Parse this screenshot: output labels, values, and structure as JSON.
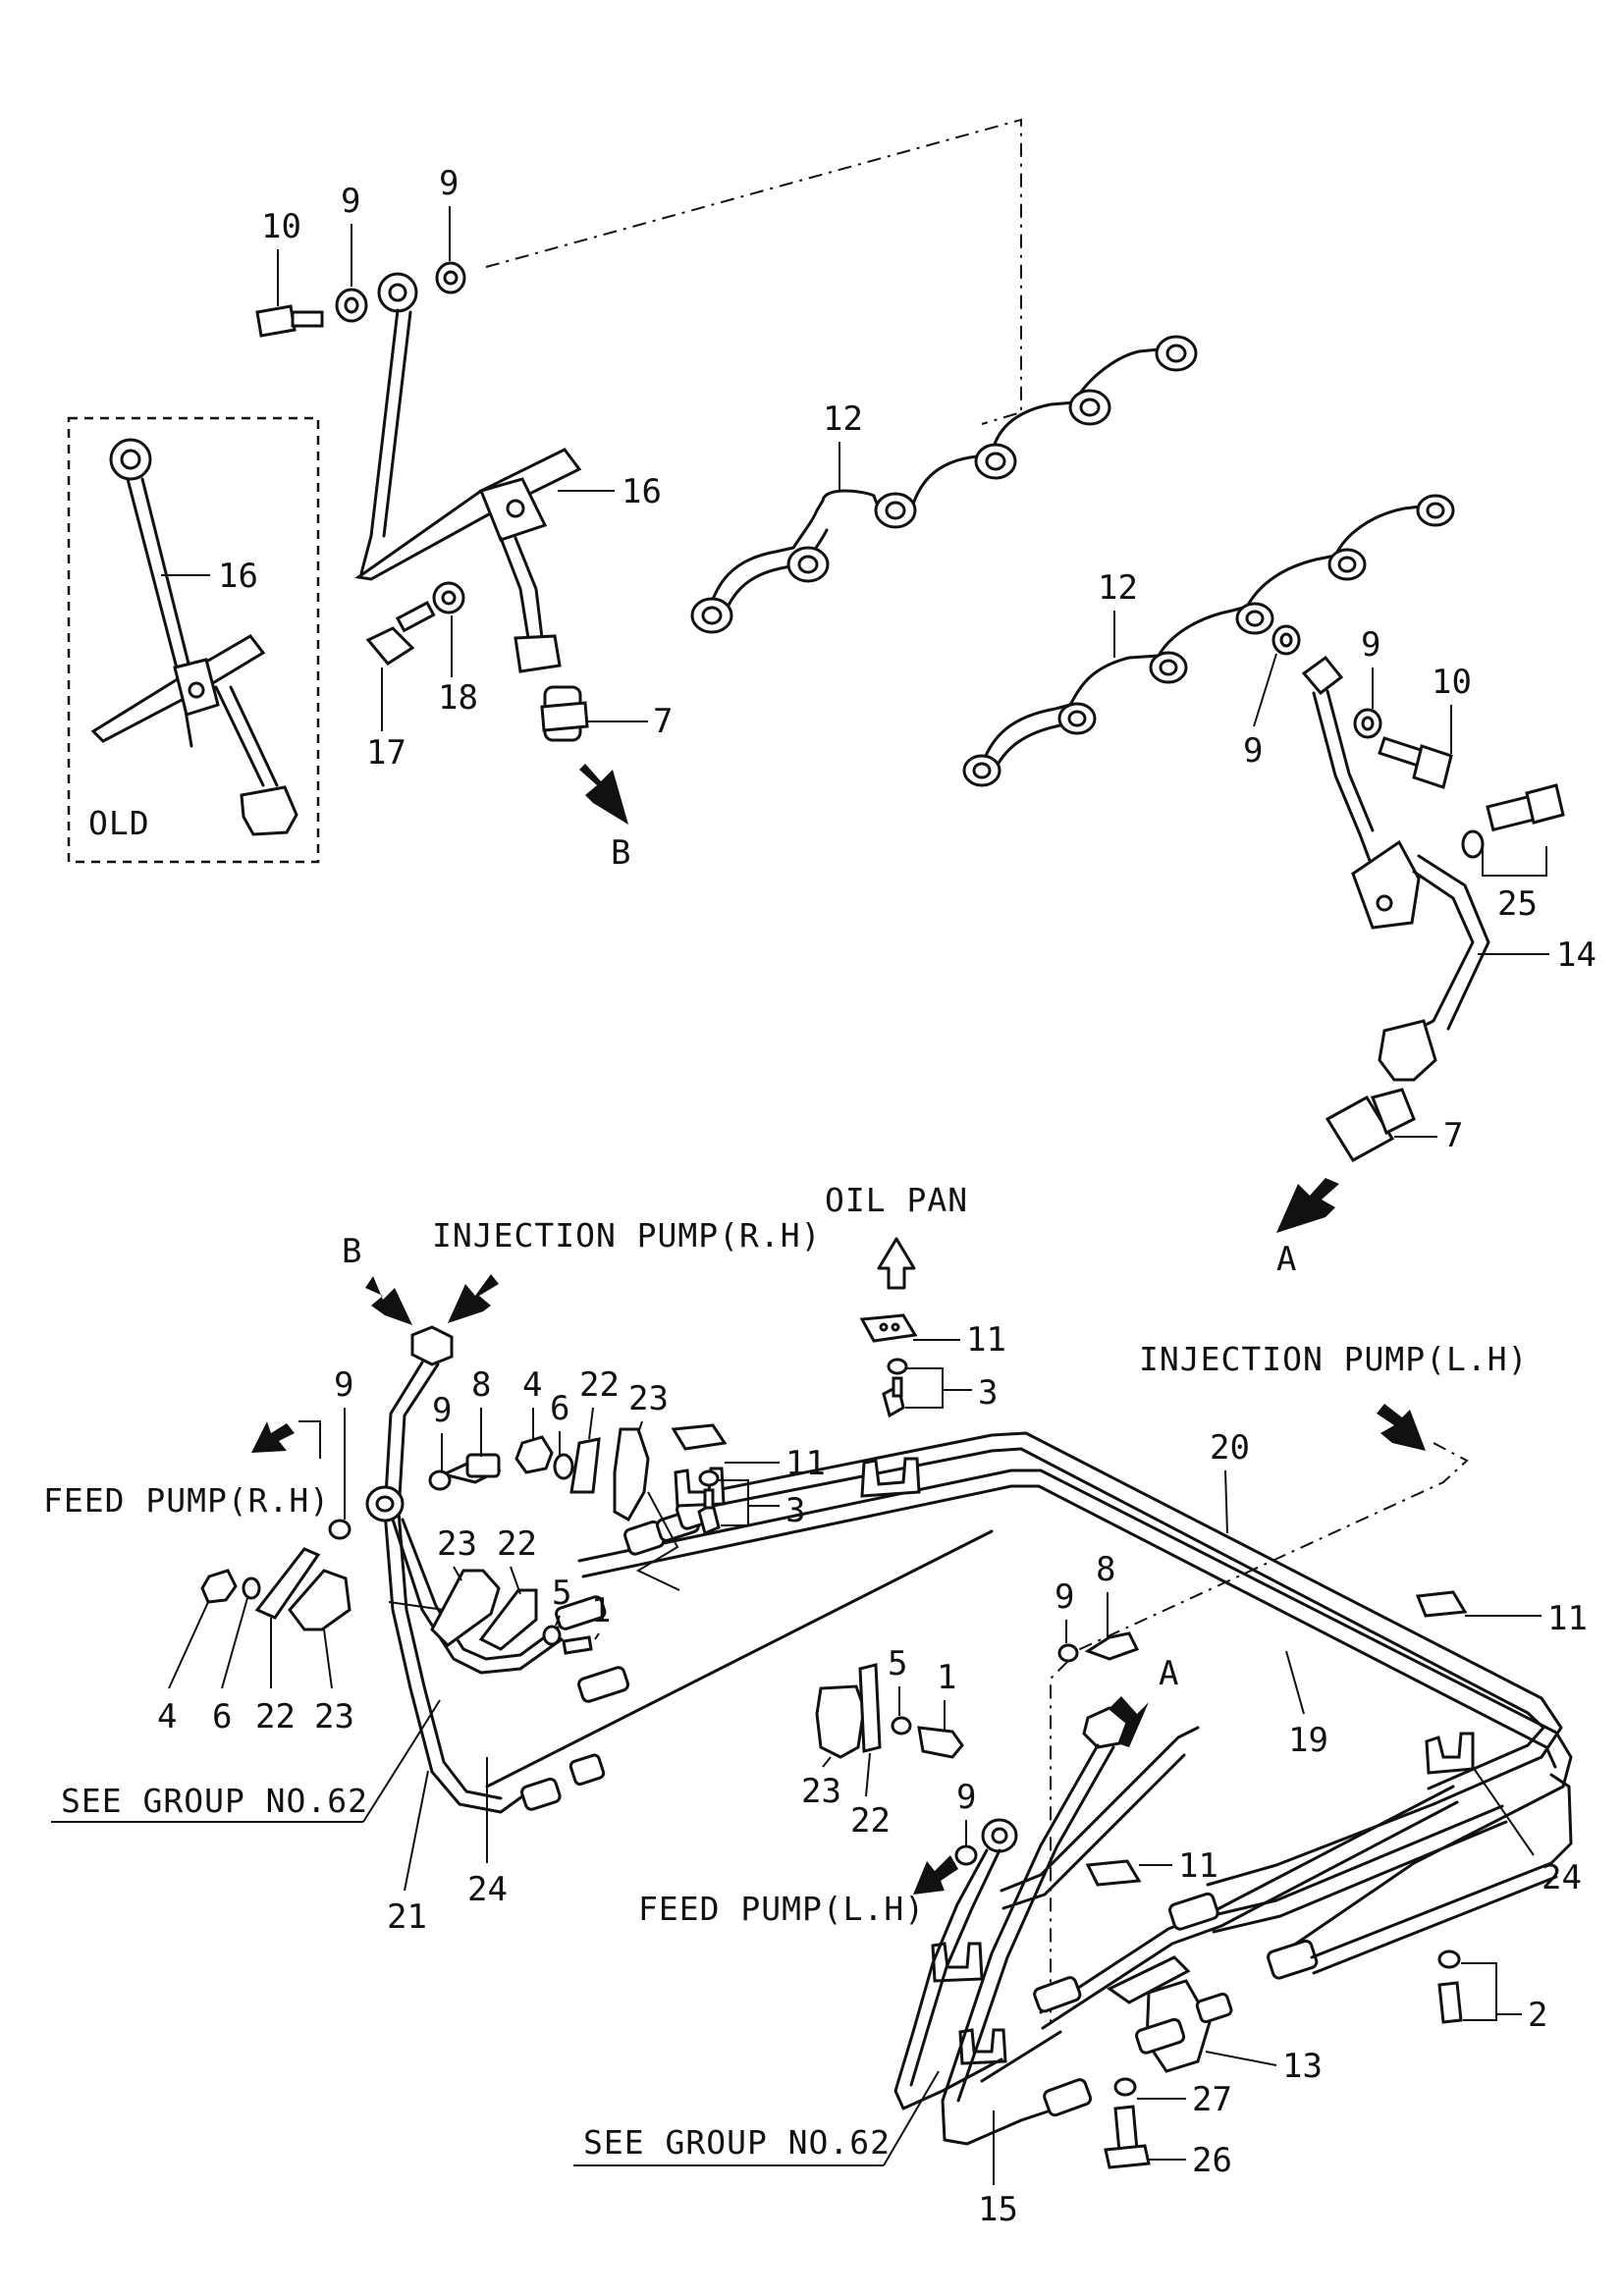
{
  "labels": {
    "old": "OLD",
    "b_top": "B",
    "a_top": "A",
    "b_bottom": "B",
    "a_bottom": "A",
    "oil_pan": "OIL PAN",
    "injection_pump_rh": "INJECTION PUMP(R.H)",
    "injection_pump_lh": "INJECTION PUMP(L.H)",
    "feed_pump_rh": "FEED PUMP(R.H)",
    "feed_pump_lh": "FEED PUMP(L.H)",
    "see_group_1": "SEE GROUP NO.62",
    "see_group_2": "SEE GROUP NO.62"
  },
  "callouts": {
    "c10a": "10",
    "c9a": "9",
    "c9b": "9",
    "c16a": "16",
    "c16b": "16",
    "c17": "17",
    "c18": "18",
    "c7a": "7",
    "c12a": "12",
    "c12b": "12",
    "c9c": "9",
    "c9d": "9",
    "c10b": "10",
    "c25": "25",
    "c14": "14",
    "c7b": "7",
    "c11a": "11",
    "c3a": "3",
    "c11b": "11",
    "c3b": "3",
    "c9e": "9",
    "c9f": "9",
    "c8a": "8",
    "c4a": "4",
    "c6a": "6",
    "c22a": "22",
    "c23a": "23",
    "c4b": "4",
    "c6b": "6",
    "c22b": "22",
    "c23b": "23",
    "c23c": "23",
    "c22c": "22",
    "c5a": "5",
    "c1a": "1",
    "c20": "20",
    "c19": "19",
    "c11c": "11",
    "c9g": "9",
    "c8b": "8",
    "c5b": "5",
    "c1b": "1",
    "c23d": "23",
    "c22d": "22",
    "c9h": "9",
    "c11d": "11",
    "c24a": "24",
    "c24b": "24",
    "c21": "21",
    "c2": "2",
    "c13": "13",
    "c27": "27",
    "c26": "26",
    "c15": "15"
  }
}
